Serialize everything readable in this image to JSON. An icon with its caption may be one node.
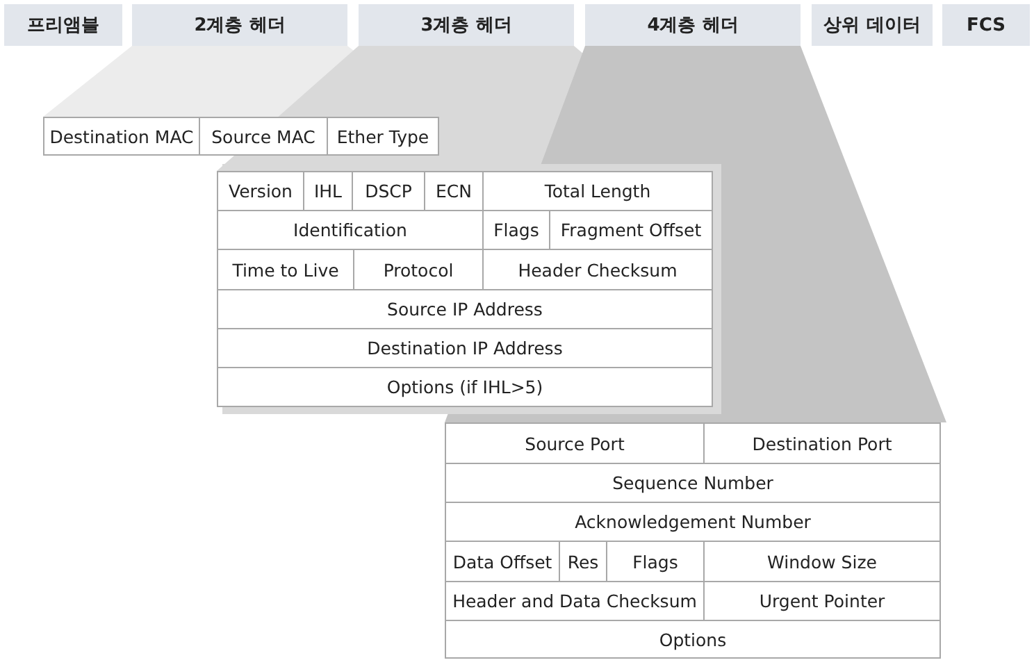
{
  "diagram": {
    "nodes": [
      {
        "text": [
          "프리앰블"
        ]
      },
      {
        "text": [
          "2계층 헤더"
        ]
      },
      {
        "text": [
          "3계층 헤더"
        ]
      },
      {
        "text": [
          "4계층 헤더"
        ]
      },
      {
        "text": [
          "상위 데이터"
        ]
      },
      {
        "text": [
          "FCS"
        ]
      }
    ],
    "edges": [],
    "labels": [
      "Destination MAC",
      "Source MAC",
      "Ether Type",
      "Version",
      "IHL",
      "DSCP",
      "ECN",
      "Total Length",
      "Identification",
      "Flags",
      "Fragment Offset",
      "Time to Live",
      "Protocol",
      "Header Checksum",
      "Source IP Address",
      "Destination IP Address",
      "Options (if IHL>5)",
      "Source Port",
      "Destination Port",
      "Sequence Number",
      "Acknowledgement Number",
      "Data Offset",
      "Res",
      "Flags",
      "Window Size",
      "Header and Data Checksum",
      "Urgent Pointer",
      "Options"
    ]
  }
}
